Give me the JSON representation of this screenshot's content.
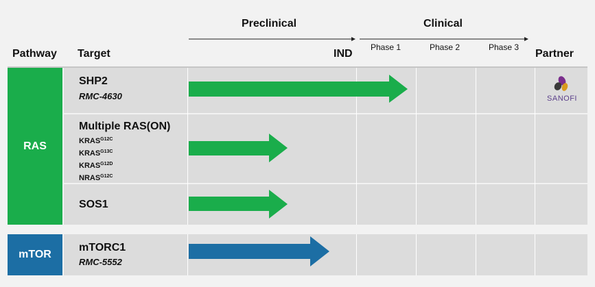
{
  "header": {
    "preclinical": "Preclinical",
    "clinical": "Clinical",
    "pathway": "Pathway",
    "target": "Target",
    "ind": "IND",
    "phase1": "Phase 1",
    "phase2": "Phase 2",
    "phase3": "Phase 3",
    "partner": "Partner"
  },
  "pathways": {
    "ras": {
      "label": "RAS",
      "color": "#1aad4b"
    },
    "mtor": {
      "label": "mTOR",
      "color": "#1c6ea4"
    }
  },
  "rows": {
    "shp2": {
      "name": "SHP2",
      "code": "RMC-4630",
      "partner": "SANOFI"
    },
    "multi": {
      "name": "Multiple RAS(ON)",
      "genes": [
        {
          "gene": "KRAS",
          "mut": "G12C"
        },
        {
          "gene": "KRAS",
          "mut": "G13C"
        },
        {
          "gene": "KRAS",
          "mut": "G12D"
        },
        {
          "gene": "NRAS",
          "mut": "G12C"
        }
      ]
    },
    "sos1": {
      "name": "SOS1"
    },
    "mtorc1": {
      "name": "mTORC1",
      "code": "RMC-5552"
    }
  },
  "arrows": {
    "green": "#1aad4b",
    "blue": "#1c6ea4"
  },
  "progress": {
    "_comment_scale": "",
    "shp2": "phase1",
    "multi": "preclinical",
    "sos1": "preclinical",
    "mtorc1": "preclinical"
  }
}
